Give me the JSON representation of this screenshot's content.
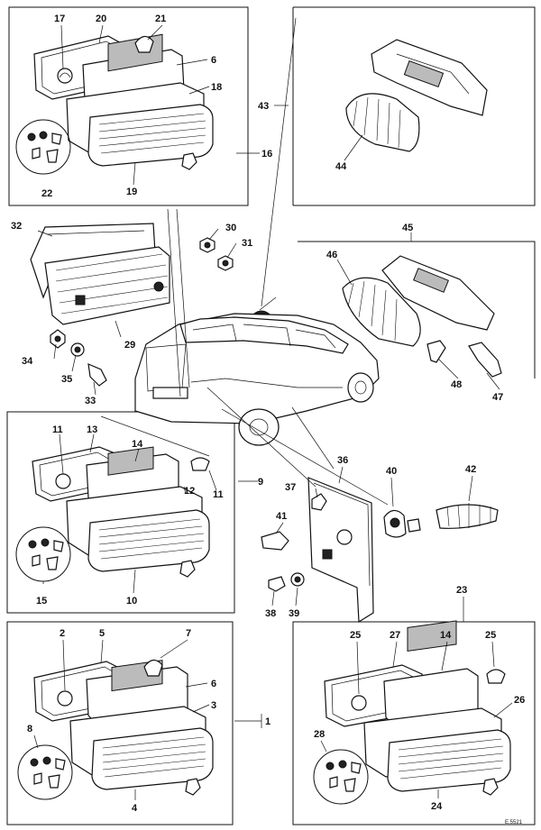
{
  "figure": {
    "reference_code": "E.5521",
    "callouts": {
      "c1": "1",
      "c2": "2",
      "c3": "3",
      "c4": "4",
      "c5": "5",
      "c6a": "6",
      "c6b": "6",
      "c7": "7",
      "c8": "8",
      "c9": "9",
      "c10": "10",
      "c11a": "11",
      "c11b": "11",
      "c12": "12",
      "c13": "13",
      "c14a": "14",
      "c14b": "14",
      "c15": "15",
      "c16": "16",
      "c17": "17",
      "c18": "18",
      "c19": "19",
      "c20": "20",
      "c21": "21",
      "c22": "22",
      "c23": "23",
      "c24": "24",
      "c25a": "25",
      "c25b": "25",
      "c26": "26",
      "c27": "27",
      "c28": "28",
      "c29": "29",
      "c30": "30",
      "c31": "31",
      "c32": "32",
      "c33": "33",
      "c34": "34",
      "c35": "35",
      "c36": "36",
      "c37": "37",
      "c38": "38",
      "c39": "39",
      "c40": "40",
      "c41": "41",
      "c42": "42",
      "c43": "43",
      "c44": "44",
      "c45": "45",
      "c46": "46",
      "c47": "47",
      "c48": "48"
    }
  }
}
